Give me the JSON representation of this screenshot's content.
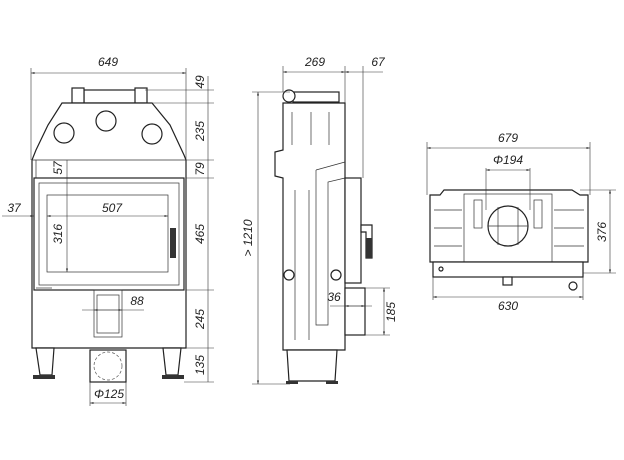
{
  "front_view": {
    "width_total": "649",
    "height_top_collar": "49",
    "height_top_section": "235",
    "height_gap": "79",
    "height_door": "465",
    "height_lower": "245",
    "height_legs": "135",
    "glass_offset_top": "57",
    "frame_offset_left": "37",
    "glass_width": "507",
    "glass_height": "316",
    "ash_duct_width": "88",
    "flue_diameter": "Φ125"
  },
  "side_view": {
    "depth": "269",
    "door_projection": "67",
    "total_height": "> 1210",
    "air_inlet_offset": "36",
    "air_inlet_height": "185"
  },
  "top_view": {
    "width_total": "679",
    "flue_diameter": "Φ194",
    "depth": "376",
    "base_width": "630"
  }
}
